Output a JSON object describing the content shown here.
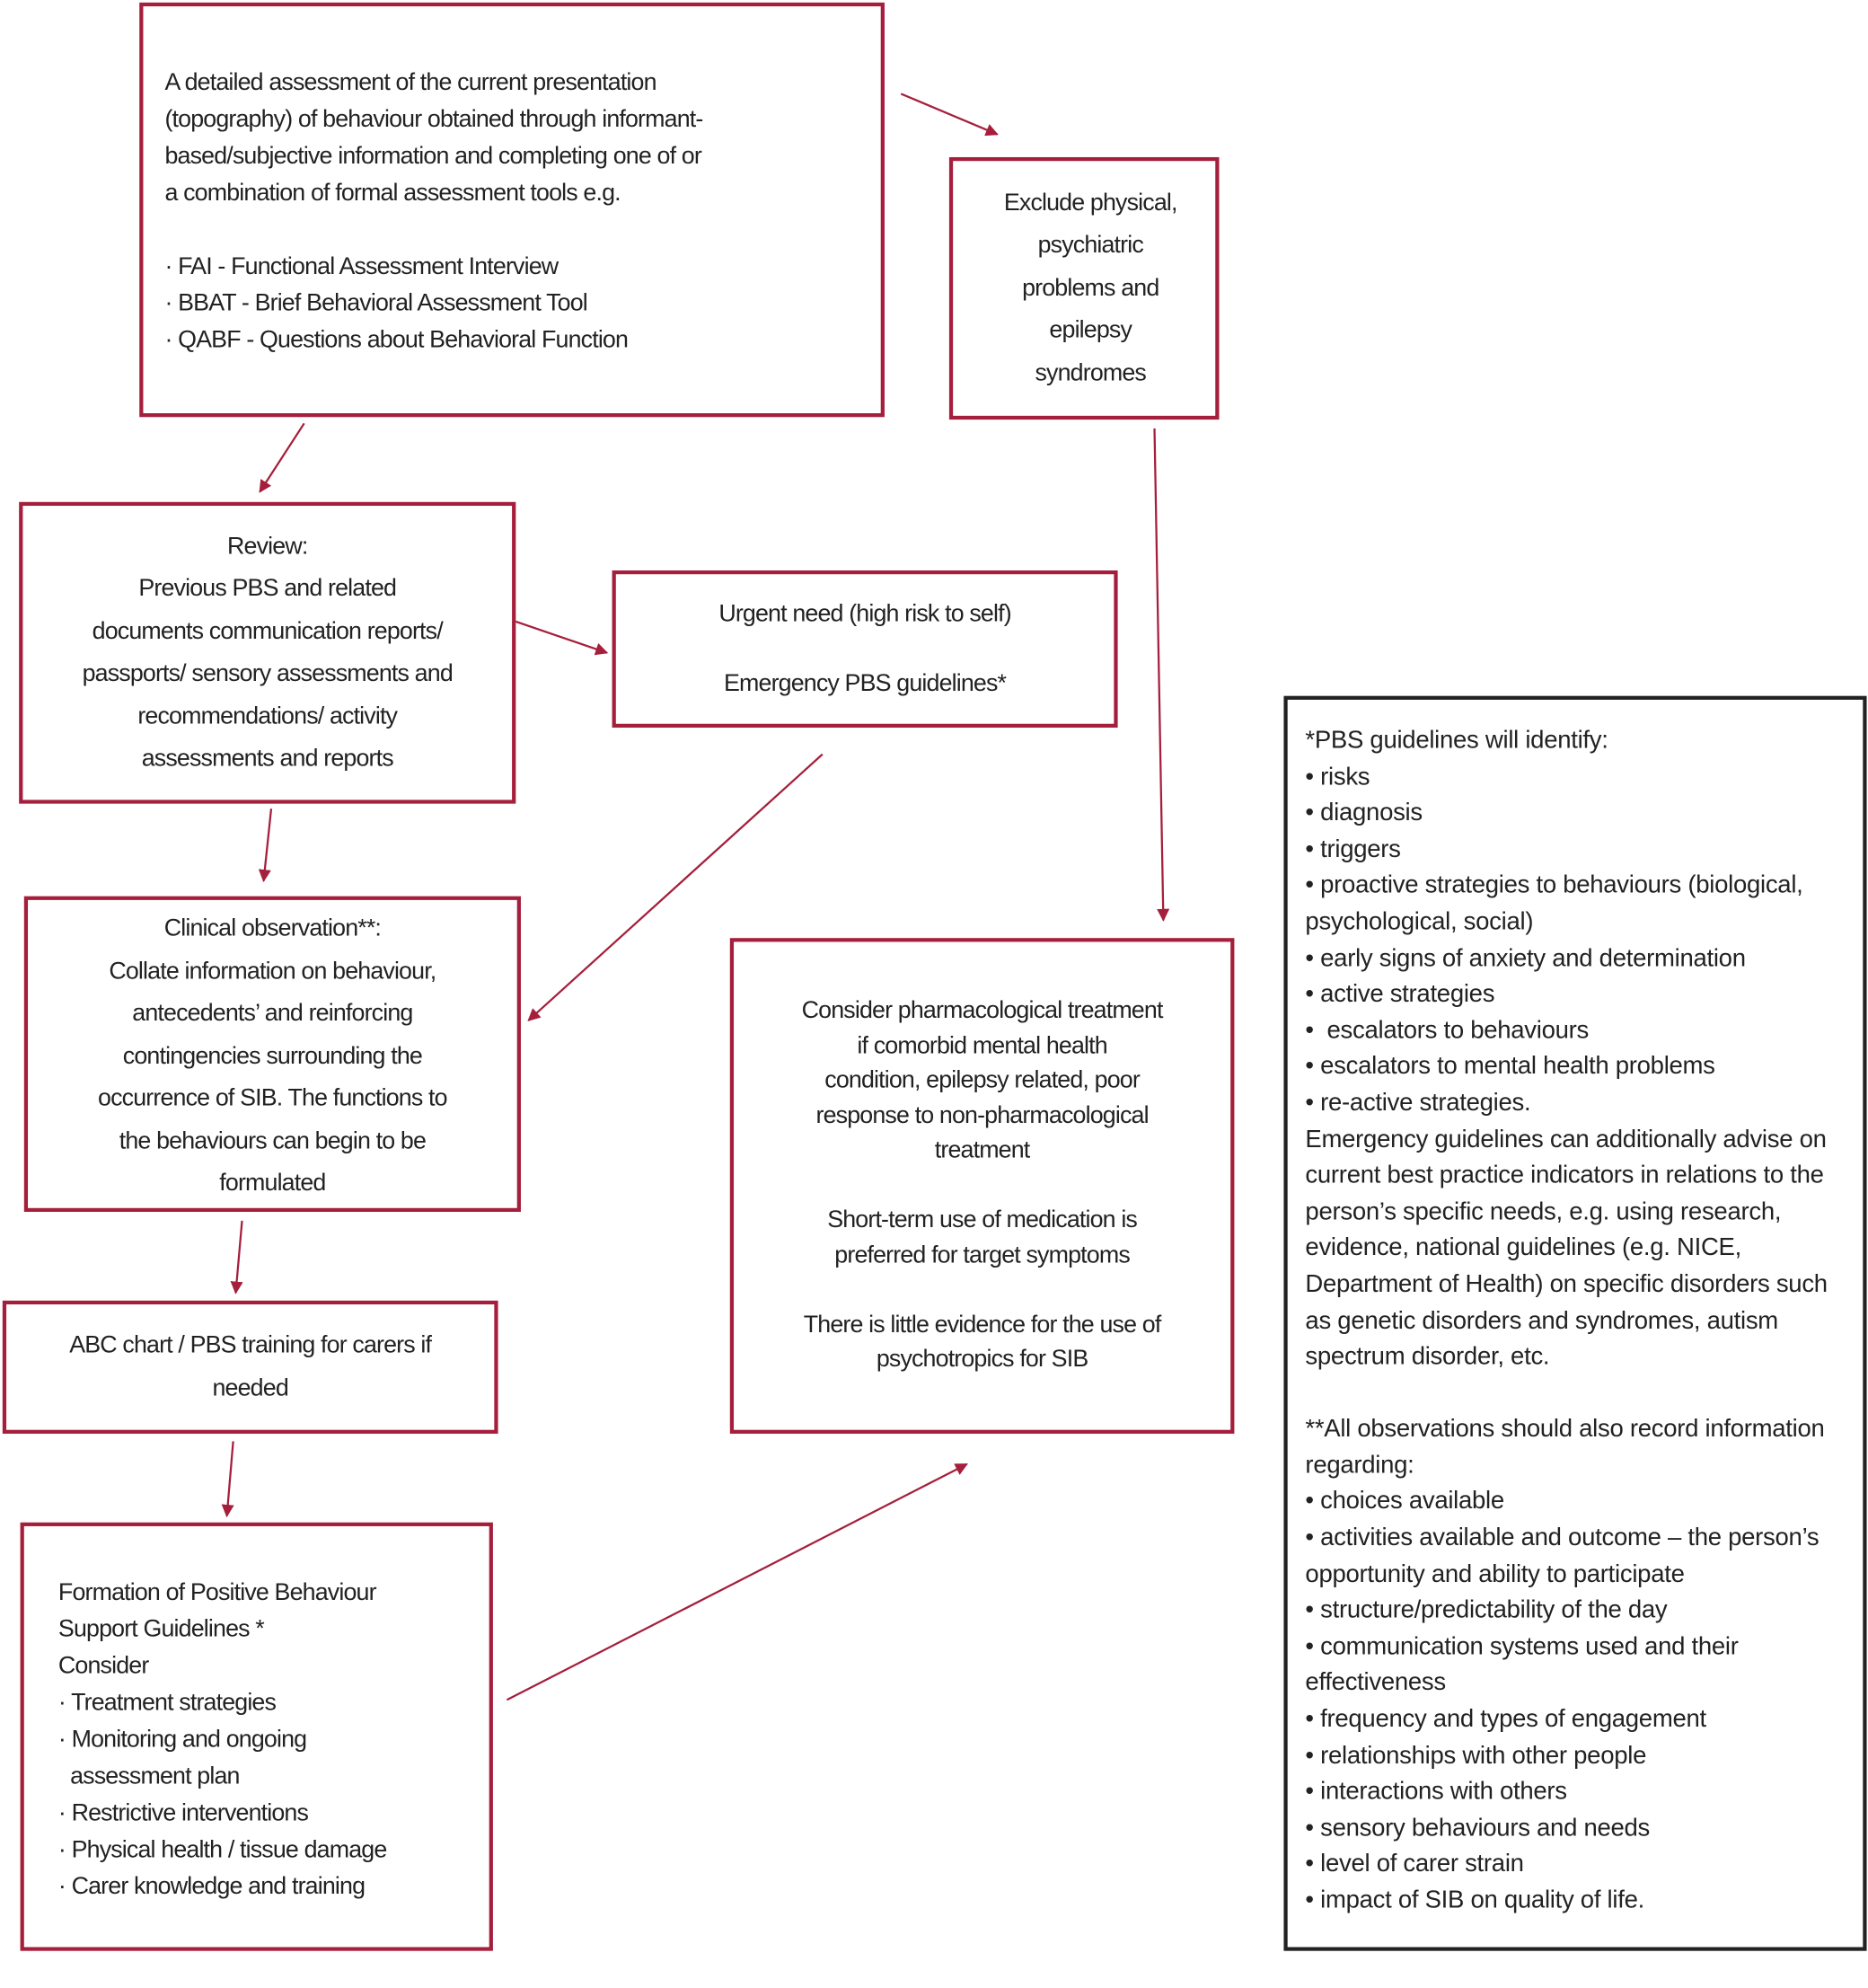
{
  "colors": {
    "accent": "#a51f3c",
    "notes_border": "#222222"
  },
  "boxes": {
    "assessment": {
      "lines": [
        "A detailed assessment of the current presentation",
        "(topography) of behaviour obtained through informant-",
        "based/subjective information and completing one of or",
        "a combination of formal assessment tools e.g.",
        "",
        "· FAI - Functional Assessment Interview",
        "· BBAT - Brief Behavioral Assessment Tool",
        "· QABF - Questions about Behavioral Function"
      ]
    },
    "exclude": {
      "lines": [
        "Exclude physical,",
        "psychiatric",
        "problems and",
        "epilepsy",
        "syndromes"
      ]
    },
    "review": {
      "lines": [
        "Review:",
        "Previous PBS and related",
        "documents communication reports/",
        "passports/ sensory assessments and",
        "recommendations/ activity",
        "assessments and reports"
      ]
    },
    "urgent": {
      "lines": [
        "Urgent need (high risk to self)",
        "",
        "Emergency PBS guidelines*"
      ]
    },
    "clinical": {
      "lines": [
        "Clinical observation**:",
        "Collate information on behaviour,",
        "antecedents’ and reinforcing",
        "contingencies surrounding the",
        "occurrence of SIB. The functions to",
        "the behaviours can begin to be",
        "formulated"
      ]
    },
    "pharma": {
      "lines": [
        "Consider pharmacological treatment",
        "if comorbid mental health",
        "condition, epilepsy related, poor",
        "response to non-pharmacological",
        "treatment",
        "",
        "Short-term use of medication is",
        "preferred for target symptoms",
        "",
        "There is little evidence for the use of",
        "psychotropics for SIB"
      ]
    },
    "abc": {
      "lines": [
        "ABC chart / PBS training for carers if",
        "needed"
      ]
    },
    "formation": {
      "lines": [
        "Formation of Positive Behaviour",
        "Support Guidelines *",
        "Consider",
        "· Treatment strategies",
        "· Monitoring and ongoing",
        "  assessment plan",
        "· Restrictive interventions",
        "· Physical health / tissue damage",
        "· Carer knowledge and training"
      ]
    },
    "notes": {
      "lines": [
        "*PBS guidelines will identify:",
        "• risks",
        "• diagnosis",
        "• triggers",
        "• proactive strategies to behaviours (biological,",
        "psychological, social)",
        "• early signs of anxiety and determination",
        "• active strategies",
        "•  escalators to behaviours",
        "• escalators to mental health problems",
        "• re-active strategies.",
        "Emergency guidelines can additionally advise on",
        "current best practice indicators in relations to the",
        "person’s specific needs, e.g. using research,",
        "evidence, national guidelines (e.g. NICE,",
        "Department of Health) on specific disorders such",
        "as genetic disorders and syndromes, autism",
        "spectrum disorder, etc.",
        "",
        "**All observations should also record information",
        "regarding:",
        "• choices available",
        "• activities available and outcome – the person’s",
        "opportunity and ability to participate",
        "• structure/predictability of the day",
        "• communication systems used and their",
        "effectiveness",
        "• frequency and types of engagement",
        "• relationships with other people",
        "• interactions with others",
        "• sensory behaviours and needs",
        "• level of carer strain",
        "• impact of SIB on quality of life."
      ]
    }
  }
}
